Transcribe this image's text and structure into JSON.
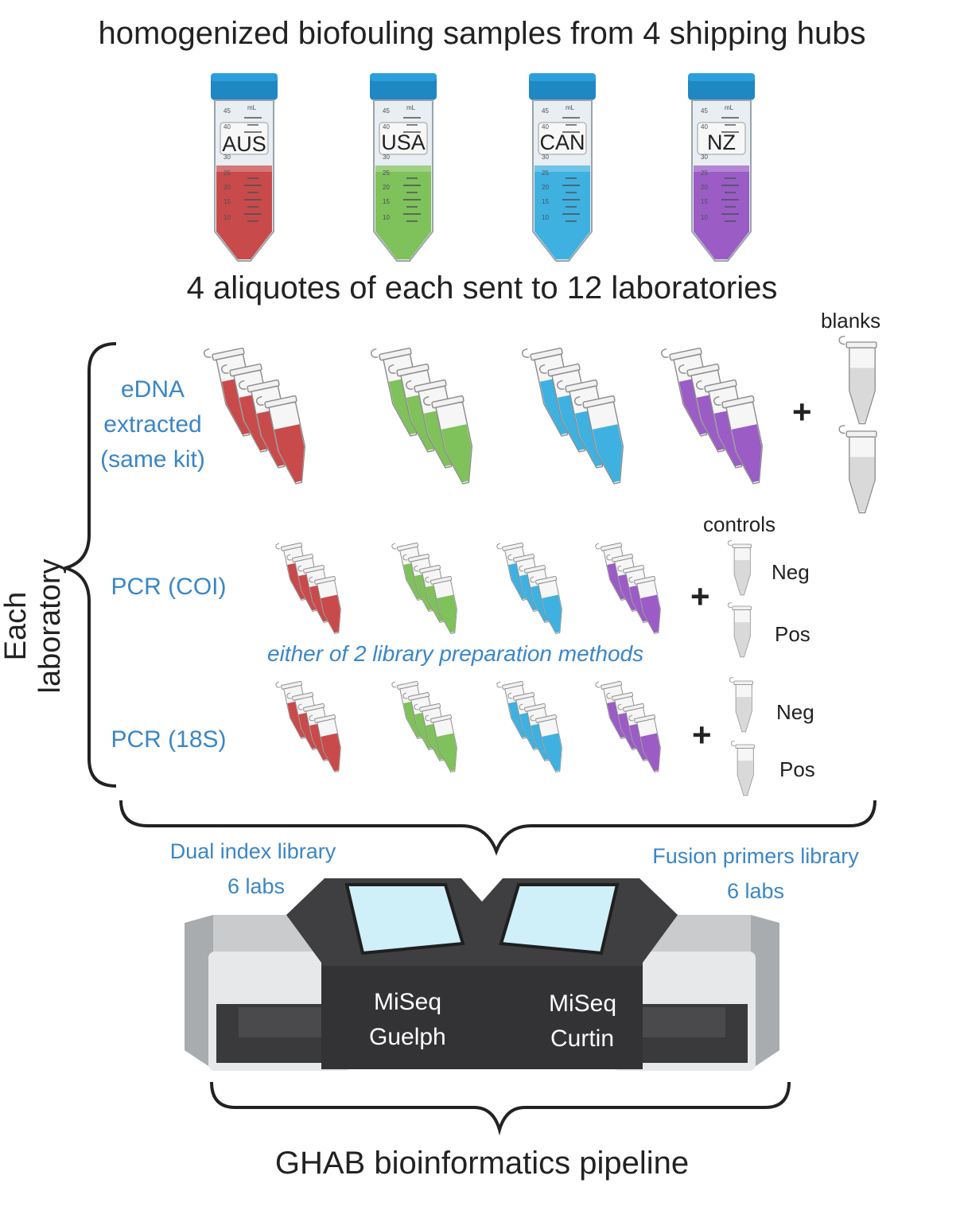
{
  "header": {
    "title": "homogenized biofouling samples from 4 shipping hubs"
  },
  "sample_tubes": [
    {
      "label": "AUS",
      "color": "#c94a4a"
    },
    {
      "label": "USA",
      "color": "#7fc15a"
    },
    {
      "label": "CAN",
      "color": "#3fb1e0"
    },
    {
      "label": "NZ",
      "color": "#9b5cc6"
    }
  ],
  "tube_scale": {
    "unit": "mL",
    "ticks": [
      "45",
      "40",
      "30",
      "25",
      "20",
      "15",
      "10"
    ]
  },
  "aliquot_text": "4 aliquotes of each sent to 12 laboratories",
  "lab_brace_label": "Each laboratory",
  "steps": {
    "extraction": {
      "line1": "eDNA",
      "line2": "extracted",
      "line3": "(same kit)"
    },
    "pcr_coi": "PCR (COI)",
    "pcr_18s": "PCR (18S)"
  },
  "blanks_label": "blanks",
  "controls_label": "controls",
  "controls": {
    "neg": "Neg",
    "pos": "Pos"
  },
  "plus_sign": "+",
  "library_note": "either of 2 library preparation methods",
  "libraries": {
    "left": {
      "name": "Dual index library",
      "count": "6 labs"
    },
    "right": {
      "name": "Fusion primers library",
      "count": "6 labs"
    }
  },
  "sequencers": {
    "left": {
      "line1": "MiSeq",
      "line2": "Guelph"
    },
    "right": {
      "line1": "MiSeq",
      "line2": "Curtin"
    }
  },
  "pipeline_label": "GHAB bioinformatics pipeline",
  "colors": {
    "text_blue": "#3a86c6",
    "grey_tube": "#d9d9d9",
    "cap_blue": "#1f87c2"
  }
}
